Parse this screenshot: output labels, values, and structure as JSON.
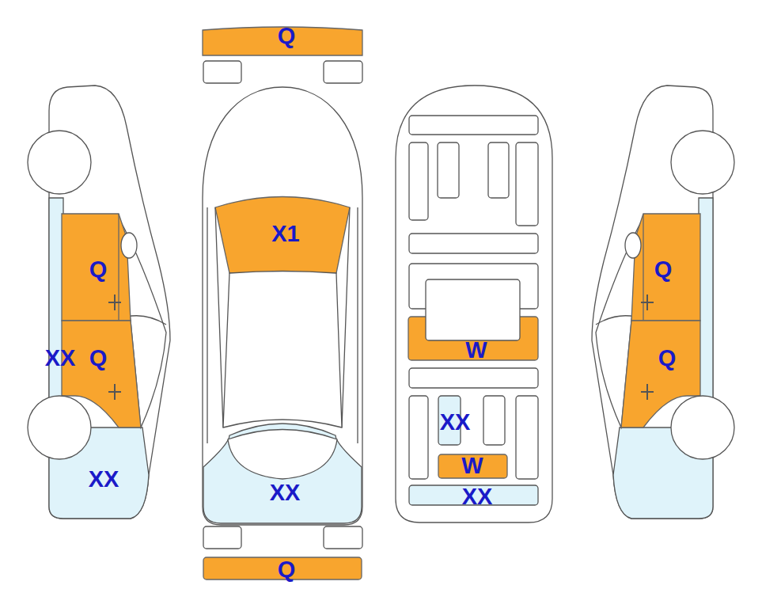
{
  "diagram": {
    "labels": [
      "Q",
      "X1",
      "Q",
      "Q",
      "XX",
      "Q",
      "W",
      "Q",
      "XX",
      "XX",
      "W",
      "XX",
      "XX",
      "Q"
    ]
  }
}
